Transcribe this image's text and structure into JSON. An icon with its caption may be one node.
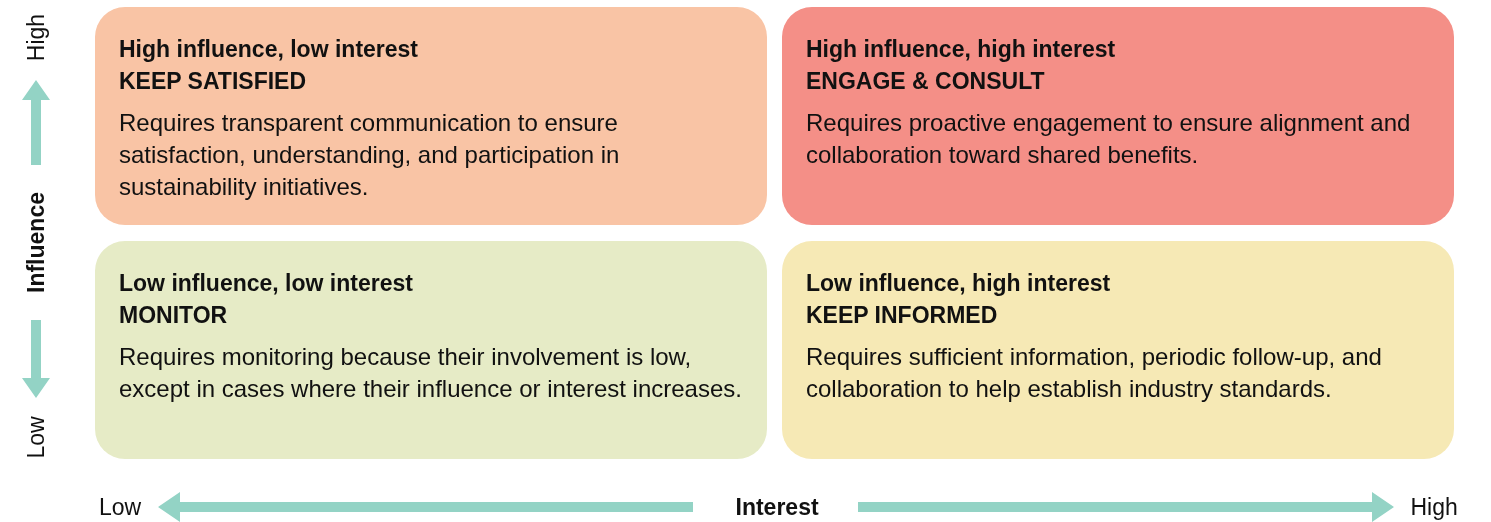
{
  "diagram": {
    "nodes": [
      {
        "text": [
          "High influence, low interest",
          "KEEP SATISFIED",
          "Requires transparent communication to ensure satisfaction, understanding, and participation in sustainability initiatives."
        ]
      },
      {
        "text": [
          "High influence, high interest",
          "ENGAGE & CONSULT",
          "Requires proactive engagement to ensure alignment and collaboration toward shared benefits."
        ]
      },
      {
        "text": [
          "Low influence, low interest",
          "MONITOR",
          "Requires monitoring because their involvement is low, except in cases where their influence or interest increases."
        ]
      },
      {
        "text": [
          "Low influence, high interest",
          "KEEP INFORMED",
          "Requires sufficient information, periodic follow-up, and collaboration to help establish industry standards."
        ]
      }
    ],
    "edges": [],
    "labels": [
      "High",
      "Influence",
      "Low",
      "Low",
      "Interest",
      "High"
    ]
  }
}
